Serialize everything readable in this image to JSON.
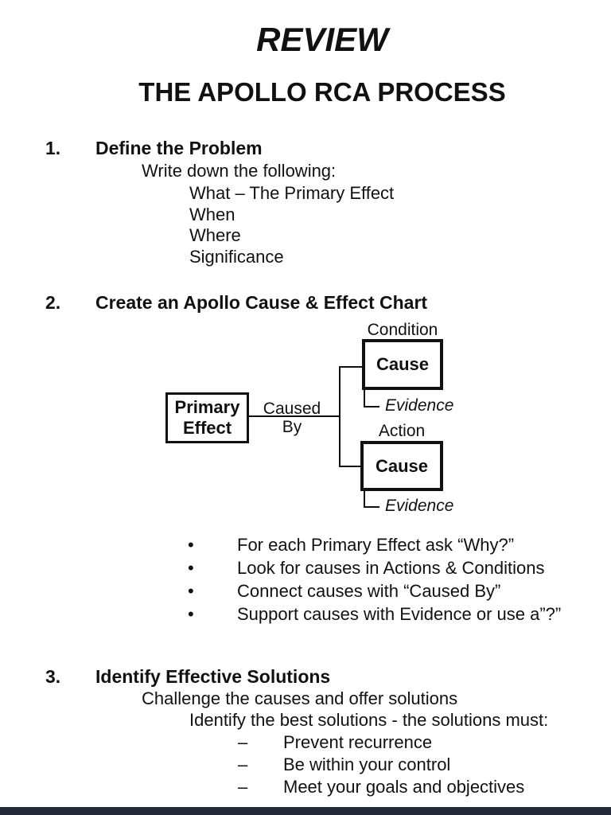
{
  "page": {
    "title": "REVIEW",
    "subtitle": "THE APOLLO RCA PROCESS"
  },
  "section1": {
    "number": "1.",
    "heading": "Define the Problem",
    "intro": "Write down the following:",
    "items": [
      "What – The Primary Effect",
      "When",
      "Where",
      "Significance"
    ]
  },
  "section2": {
    "number": "2.",
    "heading": "Create an Apollo Cause & Effect Chart"
  },
  "diagram": {
    "condition_label": "Condition",
    "action_label": "Action",
    "cause_top": "Cause",
    "cause_bottom": "Cause",
    "primary_line1": "Primary",
    "primary_line2": "Effect",
    "caused_by_line1": "Caused",
    "caused_by_line2": "By",
    "evidence_top": "Evidence",
    "evidence_bottom": "Evidence"
  },
  "bullets": {
    "marker": "•",
    "items": [
      "For each Primary Effect ask “Why?”",
      "Look for causes in Actions & Conditions",
      "Connect causes with “Caused By”",
      "Support causes with Evidence or use a”?”"
    ]
  },
  "section3": {
    "number": "3.",
    "heading": "Identify Effective Solutions",
    "line1": "Challenge the causes and offer solutions",
    "line2": "Identify the best solutions - the solutions must:",
    "dash_marker": "–",
    "items": [
      "Prevent recurrence",
      "Be within your control",
      "Meet your goals and objectives"
    ]
  },
  "colors": {
    "text": "#111111",
    "background": "#ffffff",
    "bottom_bar": "#222836"
  }
}
